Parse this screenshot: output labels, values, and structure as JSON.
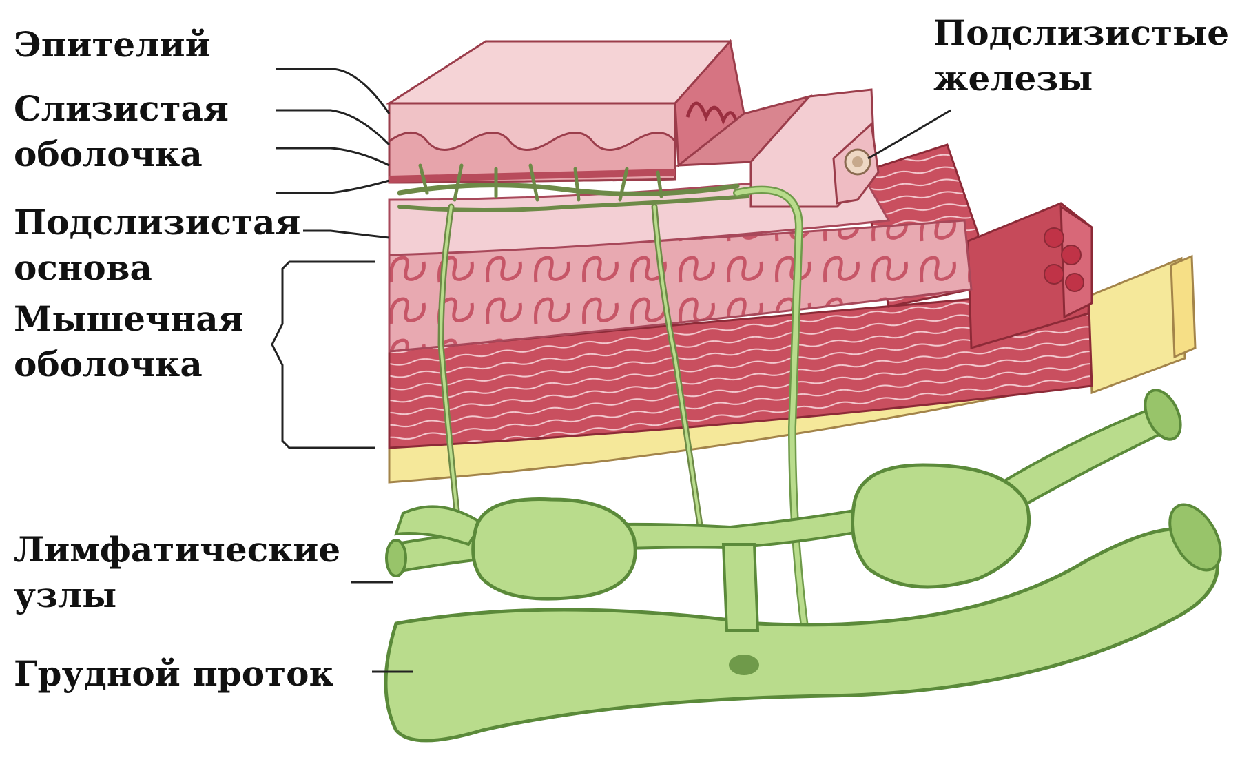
{
  "labels": {
    "epithelium": "Эпителий",
    "mucosa": [
      "Слизистая",
      "оболочка"
    ],
    "submucosa": [
      "Подслизистая",
      "основа"
    ],
    "muscularis": [
      "Мышечная",
      "оболочка"
    ],
    "lymph_nodes": [
      "Лимфатические",
      "узлы"
    ],
    "thoracic_duct": "Грудной проток",
    "submucosal_glands": [
      "Подслизистые",
      "железы"
    ]
  },
  "colors": {
    "mucosa_pink": "#f0c2c6",
    "epithelium_pink": "#e7a4ab",
    "muscle_red": "#c64a5a",
    "serosa_yellow": "#f5e89a",
    "lymph_green": "#b9dc8c",
    "lymph_green_dark": "#6f9a4a",
    "leader_line": "#222222"
  },
  "icons": [
    "lymphatic-vessel-network",
    "lymph-node",
    "thoracic-duct"
  ]
}
